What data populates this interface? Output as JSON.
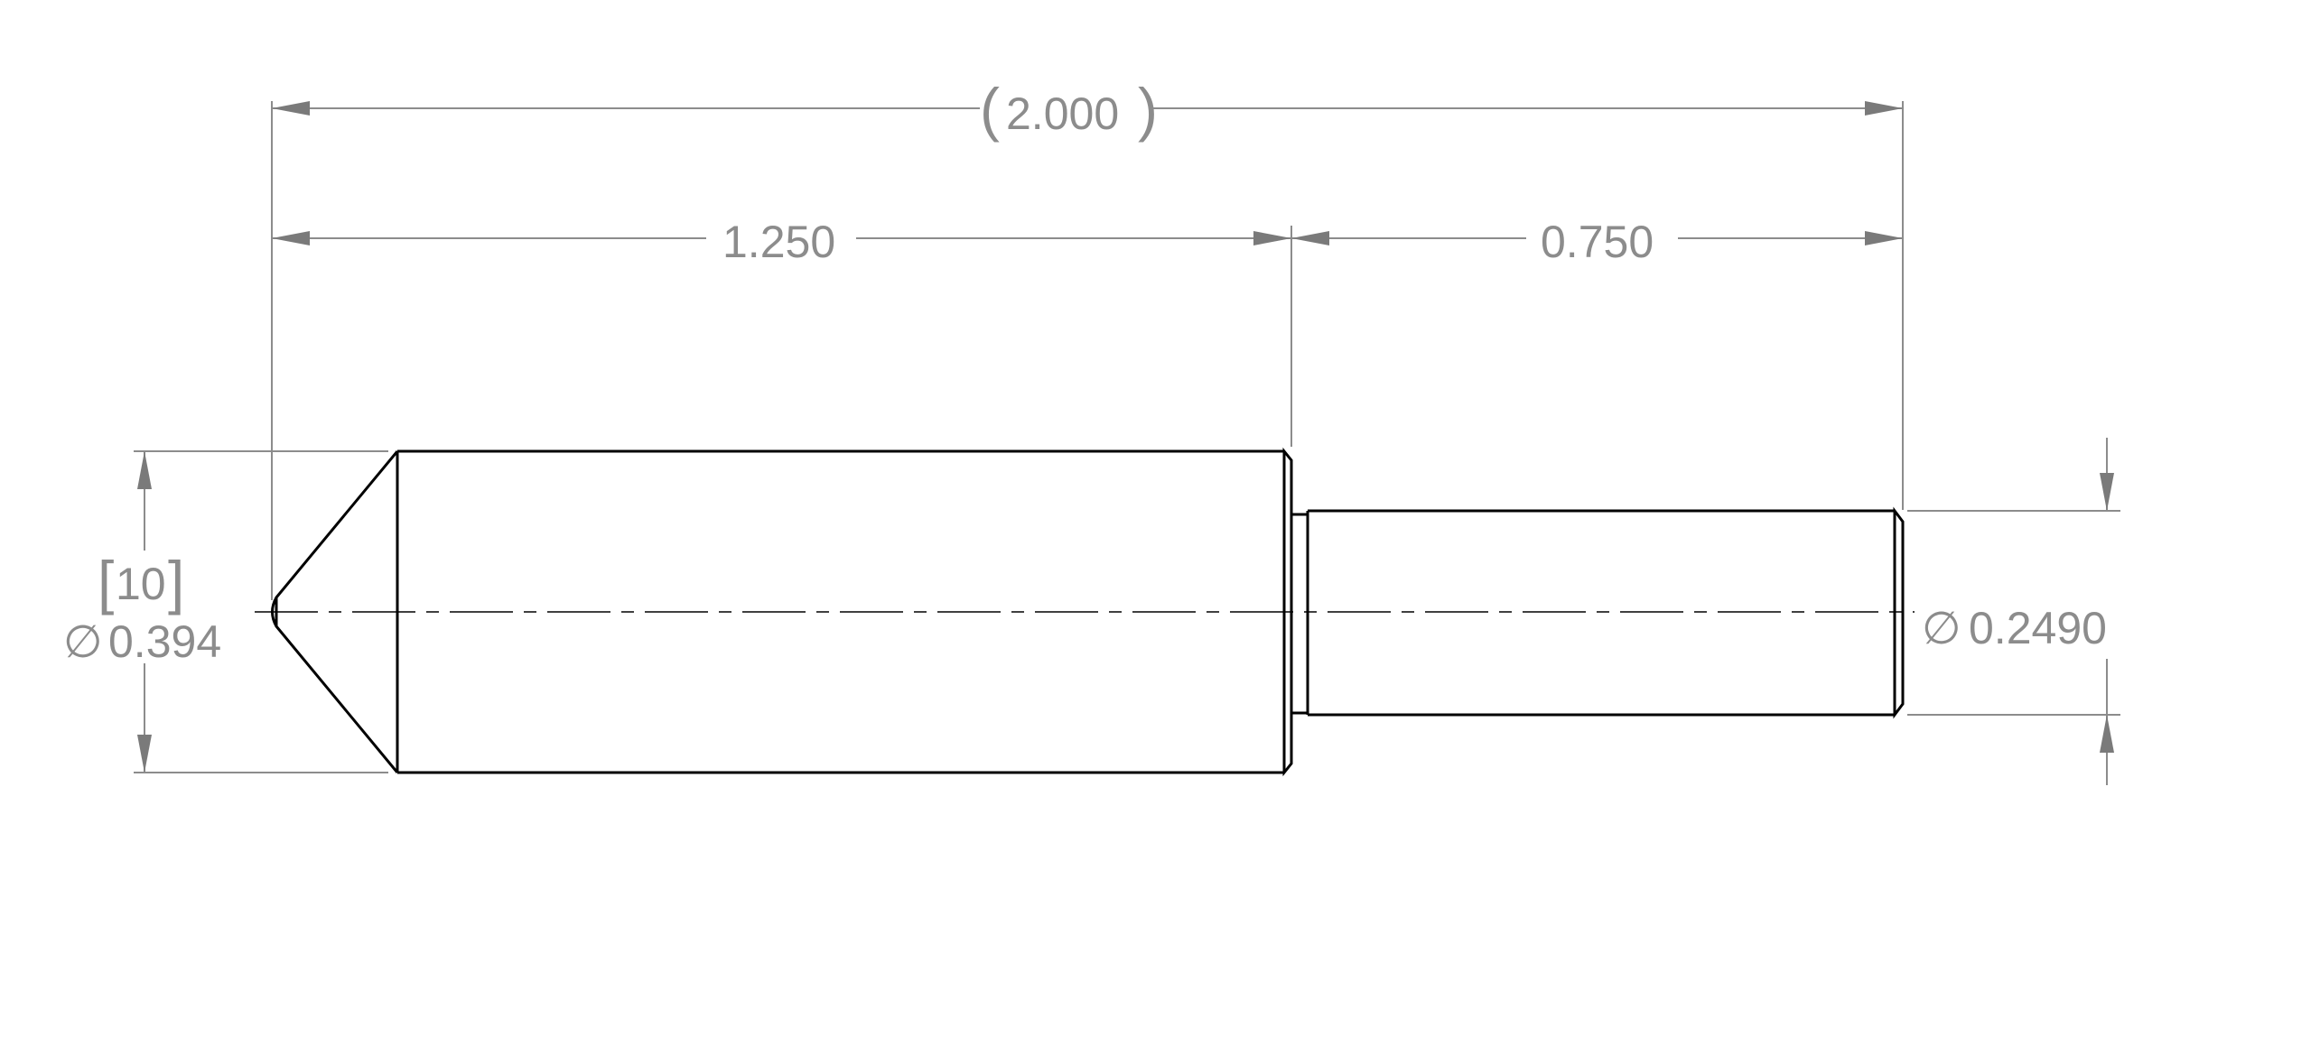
{
  "dimensions": {
    "overall_length": "2.000",
    "large_section_length": "1.250",
    "small_section_length": "0.750",
    "large_diameter": "0.394",
    "large_diameter_metric": "10",
    "small_diameter": "0.2490"
  },
  "symbols": {
    "diameter": "∅",
    "open_paren": "(",
    "close_paren": ")",
    "open_bracket": "[",
    "close_bracket": "]"
  },
  "colors": {
    "part_outline": "#000000",
    "dimension": "#8c8c8c",
    "background": "#ffffff"
  }
}
